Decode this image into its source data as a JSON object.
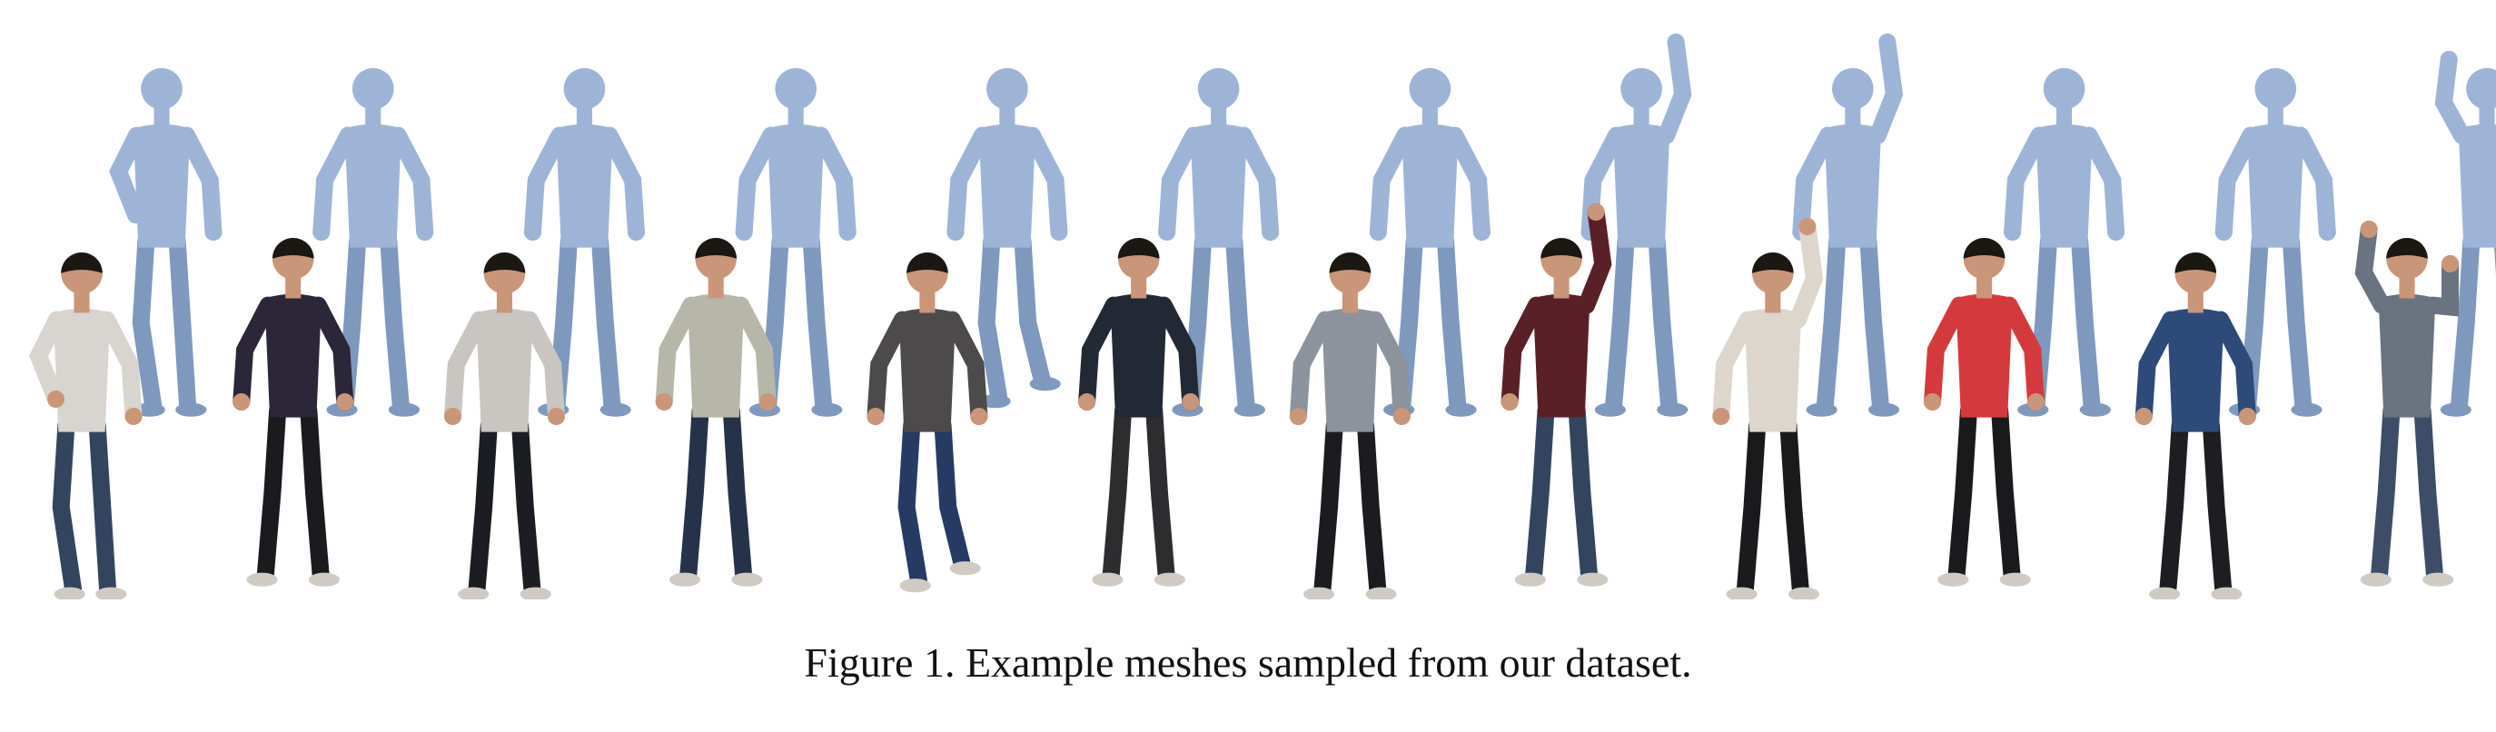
{
  "figure": {
    "caption": "Figure 1. Example meshes sampled from our dataset.",
    "colors": {
      "background": "#ffffff",
      "mesh": "#9db4d6",
      "mesh_shade": "#7f98bd",
      "skin": "#c99679",
      "hair": "#1b1713",
      "shoe": "#cfcac3"
    },
    "pairs": [
      {
        "pose": "lean-left",
        "top": "#d8d4cf",
        "pants": "#33455e"
      },
      {
        "pose": "stand",
        "top": "#2b2638",
        "pants": "#1a1a1f"
      },
      {
        "pose": "stand",
        "top": "#c9c5c0",
        "pants": "#1c1d22"
      },
      {
        "pose": "stand",
        "top": "#b6b7a8",
        "pants": "#26324a"
      },
      {
        "pose": "step",
        "top": "#4c4a4b",
        "pants": "#263a63"
      },
      {
        "pose": "stand",
        "top": "#222834",
        "pants": "#2d2d30"
      },
      {
        "pose": "stand",
        "top": "#8d939c",
        "pants": "#1b1b20"
      },
      {
        "pose": "arm-up",
        "top": "#5a2028",
        "pants": "#33455e"
      },
      {
        "pose": "arm-up",
        "top": "#dcd6cd",
        "pants": "#1a1a1c"
      },
      {
        "pose": "stand",
        "top": "#d43a3d",
        "pants": "#1a1a1d"
      },
      {
        "pose": "stand",
        "top": "#2d4a78",
        "pants": "#1d1d22"
      },
      {
        "pose": "arms-up",
        "top": "#6a7380",
        "pants": "#3d4d68"
      }
    ]
  }
}
